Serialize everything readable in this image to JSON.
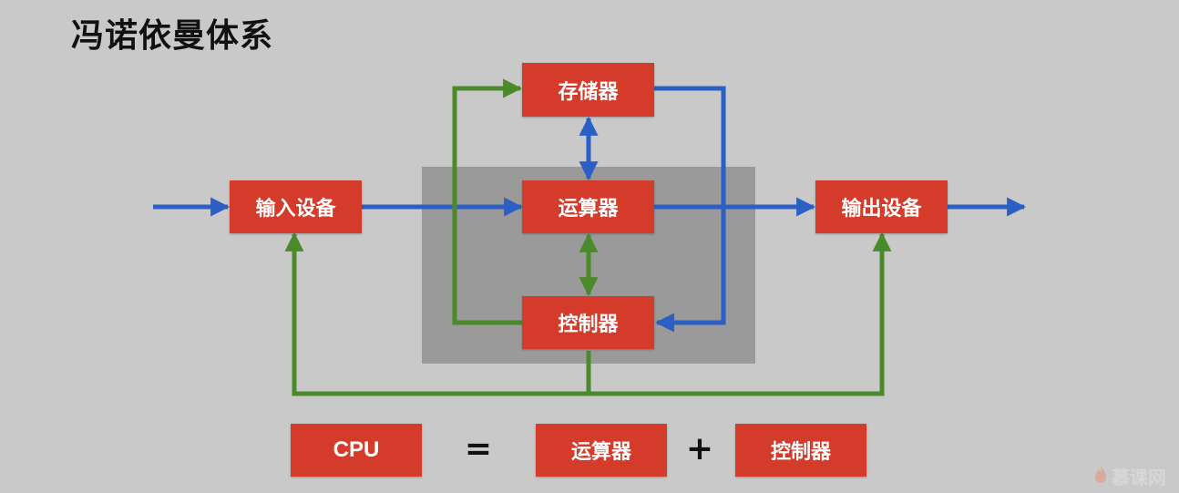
{
  "title": "冯诺依曼体系",
  "diagram": {
    "memory": "存储器",
    "alu": "运算器",
    "control": "控制器",
    "input": "输入设备",
    "output": "输出设备"
  },
  "equation": {
    "cpu": "CPU",
    "equals": "=",
    "term1": "运算器",
    "plus": "+",
    "term2": "控制器"
  },
  "watermark": {
    "text": "慕课网",
    "icon": "flame-icon"
  },
  "colors": {
    "box": "#d53b2b",
    "data_arrow": "#2c5fc4",
    "control_arrow": "#4a8a2a",
    "cpu_region": "#9a9a9a",
    "background": "#c9c9c9"
  }
}
